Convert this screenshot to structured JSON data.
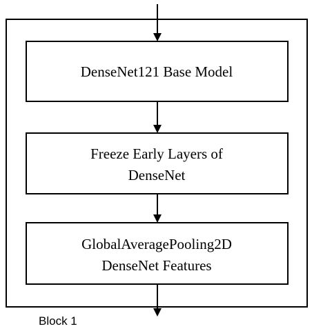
{
  "diagram": {
    "block_label": "Block 1",
    "nodes": [
      {
        "id": "densenet121-base-model",
        "lines": [
          "DenseNet121 Base Model"
        ]
      },
      {
        "id": "freeze-early-layers",
        "lines": [
          "Freeze Early Layers of",
          "DenseNet"
        ]
      },
      {
        "id": "global-average-pooling",
        "lines": [
          "GlobalAveragePooling2D",
          "DenseNet Features"
        ]
      }
    ],
    "colors": {
      "stroke": "#000000",
      "fill": "#ffffff"
    }
  }
}
